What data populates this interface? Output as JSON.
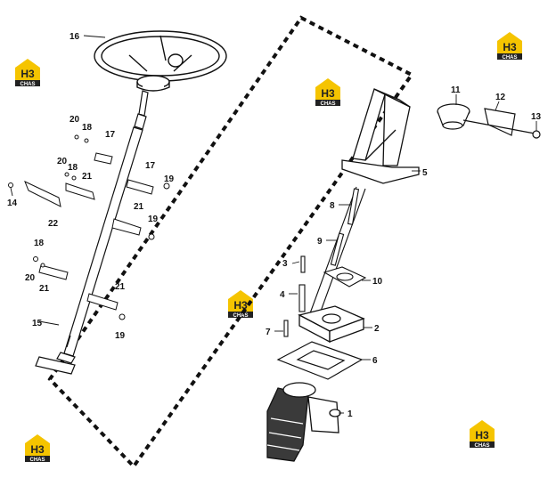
{
  "watermark": {
    "letters": "H3",
    "caption": "CHAS",
    "color_roof": "#f5c400",
    "color_letters": "#222222"
  },
  "callouts": [
    "1",
    "2",
    "3",
    "4",
    "5",
    "6",
    "7",
    "8",
    "9",
    "10",
    "11",
    "12",
    "13",
    "14",
    "15",
    "16",
    "17",
    "18",
    "19",
    "20",
    "21",
    "22"
  ],
  "callout_labels": {
    "c1": "1",
    "c2": "2",
    "c3": "3",
    "c4": "4",
    "c5": "5",
    "c6": "6",
    "c7": "7",
    "c8": "8",
    "c9": "9",
    "c10": "10",
    "c11": "11",
    "c12": "12",
    "c13": "13",
    "c14": "14",
    "c15": "15",
    "c16": "16",
    "c17a": "17",
    "c17b": "17",
    "c18a": "18",
    "c18b": "18",
    "c18c": "18",
    "c19a": "19",
    "c19b": "19",
    "c19c": "19",
    "c20a": "20",
    "c20b": "20",
    "c20c": "20",
    "c21a": "21",
    "c21b": "21",
    "c21c": "21",
    "c21d": "21",
    "c22": "22"
  }
}
